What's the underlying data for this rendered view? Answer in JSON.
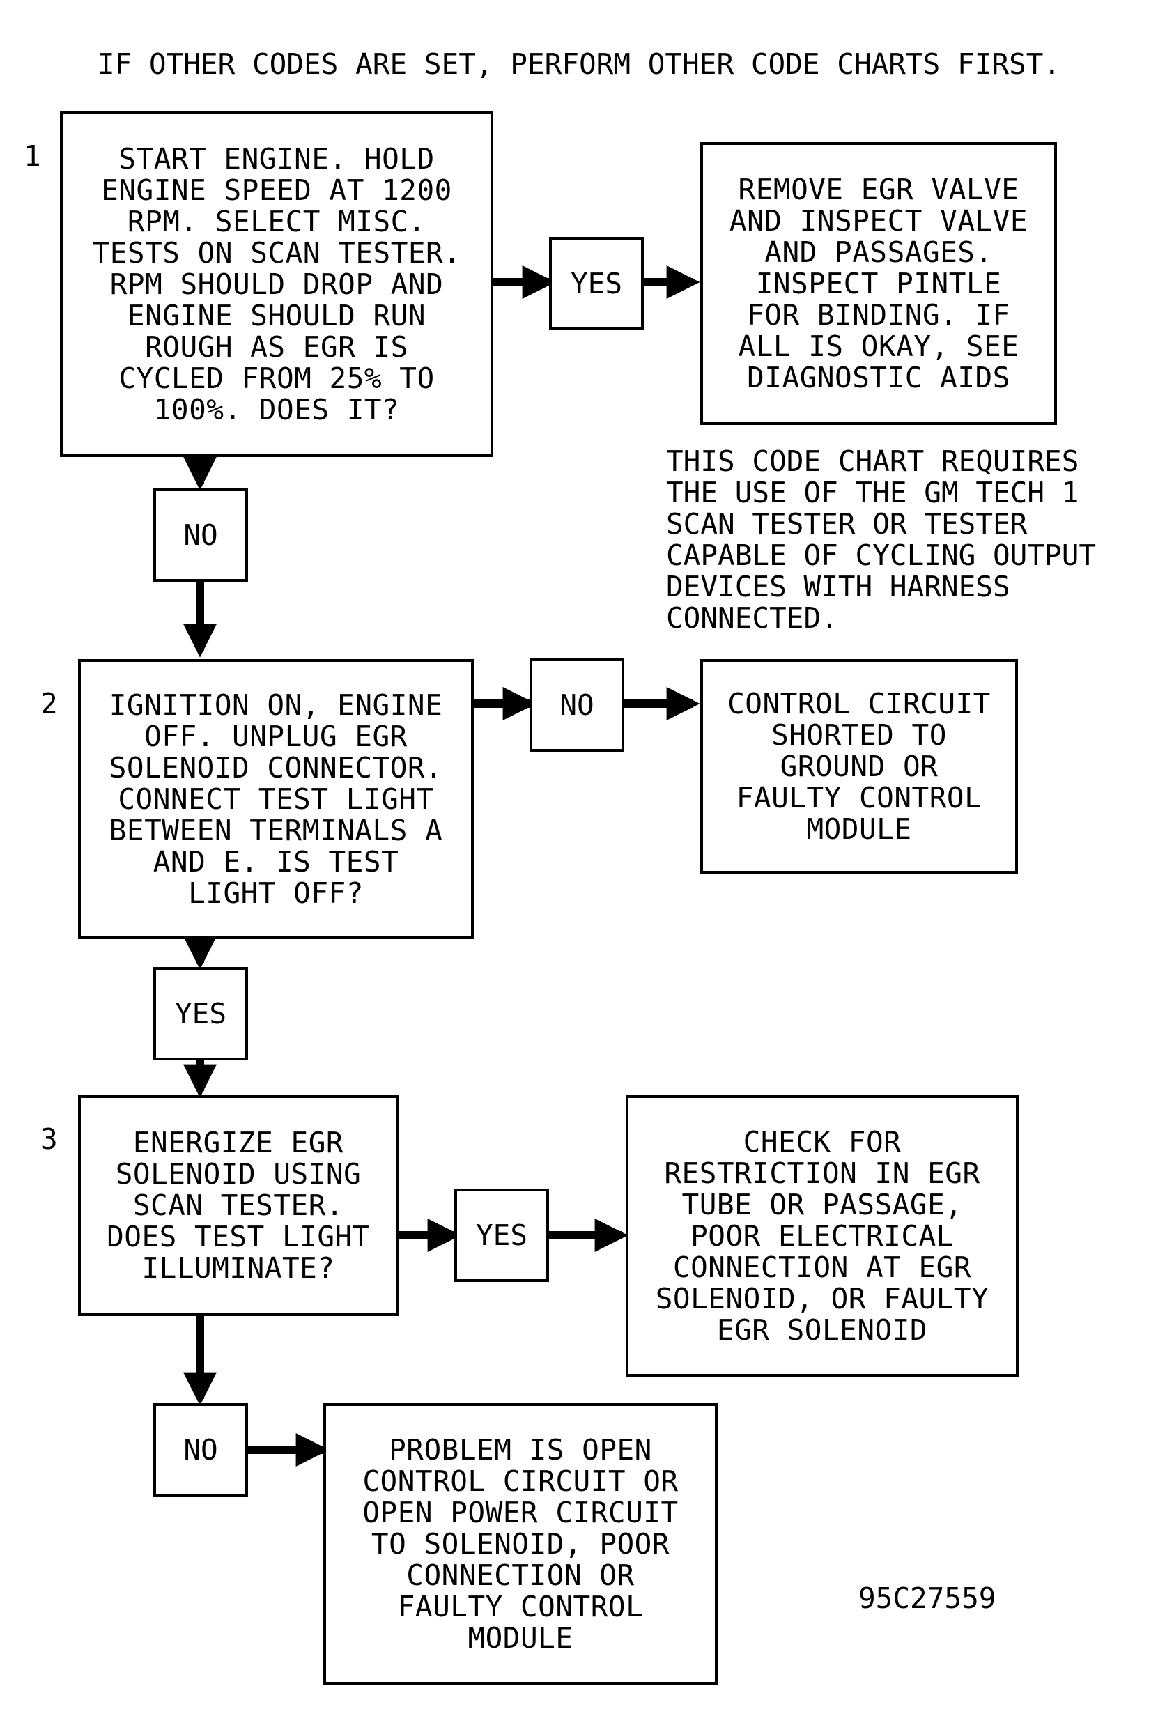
{
  "header": "IF OTHER CODES ARE SET, PERFORM OTHER CODE CHARTS FIRST.",
  "steps": [
    {
      "number": "1",
      "text": "START ENGINE. HOLD\nENGINE SPEED AT 1200\nRPM. SELECT MISC.\nTESTS ON SCAN TESTER.\nRPM SHOULD DROP AND\nENGINE SHOULD RUN\nROUGH AS EGR IS\nCYCLED FROM 25% TO\n100%. DOES IT?"
    },
    {
      "number": "2",
      "text": "IGNITION ON, ENGINE\nOFF. UNPLUG EGR\nSOLENOID CONNECTOR.\nCONNECT TEST LIGHT\nBETWEEN TERMINALS A\nAND E. IS TEST\nLIGHT OFF?"
    },
    {
      "number": "3",
      "text": "ENERGIZE EGR\nSOLENOID USING\nSCAN TESTER.\nDOES TEST LIGHT\nILLUMINATE?"
    }
  ],
  "answers": {
    "step1_right": "YES",
    "step1_down": "NO",
    "step2_right": "NO",
    "step2_down": "YES",
    "step3_right": "YES",
    "step3_down": "NO"
  },
  "results": {
    "step1_yes": "REMOVE EGR VALVE\nAND INSPECT VALVE\nAND PASSAGES.\nINSPECT PINTLE\nFOR BINDING. IF\nALL IS OKAY, SEE\nDIAGNOSTIC AIDS",
    "step2_no": "CONTROL CIRCUIT\nSHORTED TO\nGROUND OR\nFAULTY CONTROL\nMODULE",
    "step3_yes": "CHECK FOR\nRESTRICTION IN EGR\nTUBE OR PASSAGE,\nPOOR ELECTRICAL\nCONNECTION AT EGR\nSOLENOID, OR FAULTY\nEGR SOLENOID",
    "step3_no": "PROBLEM IS OPEN\nCONTROL CIRCUIT OR\nOPEN POWER CIRCUIT\nTO SOLENOID, POOR\nCONNECTION OR\nFAULTY CONTROL\nMODULE"
  },
  "note": "THIS CODE CHART REQUIRES\nTHE USE OF THE GM TECH 1\nSCAN TESTER OR TESTER\nCAPABLE OF CYCLING OUTPUT\nDEVICES WITH HARNESS\nCONNECTED.",
  "figure_id": "95C27559"
}
